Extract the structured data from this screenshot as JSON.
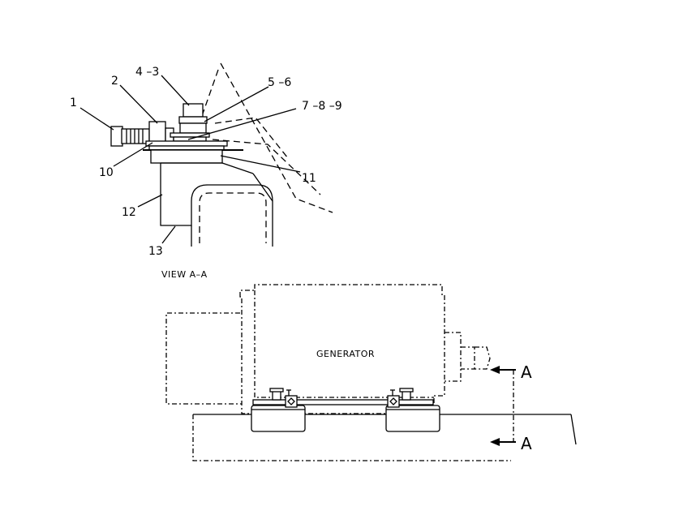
{
  "callouts": {
    "c1": "1",
    "c2": "2",
    "c4_3": "4 –3",
    "c5_6": "5 –6",
    "c7_8_9": "7 –8 –9",
    "c10": "10",
    "c11": "11",
    "c12": "12",
    "c13": "13"
  },
  "view_label": "VIEW A–A",
  "generator_label": "GENERATOR",
  "section_marks": {
    "upper": "A",
    "lower": "A"
  },
  "colors": {
    "line": "#000000",
    "background": "#ffffff"
  }
}
